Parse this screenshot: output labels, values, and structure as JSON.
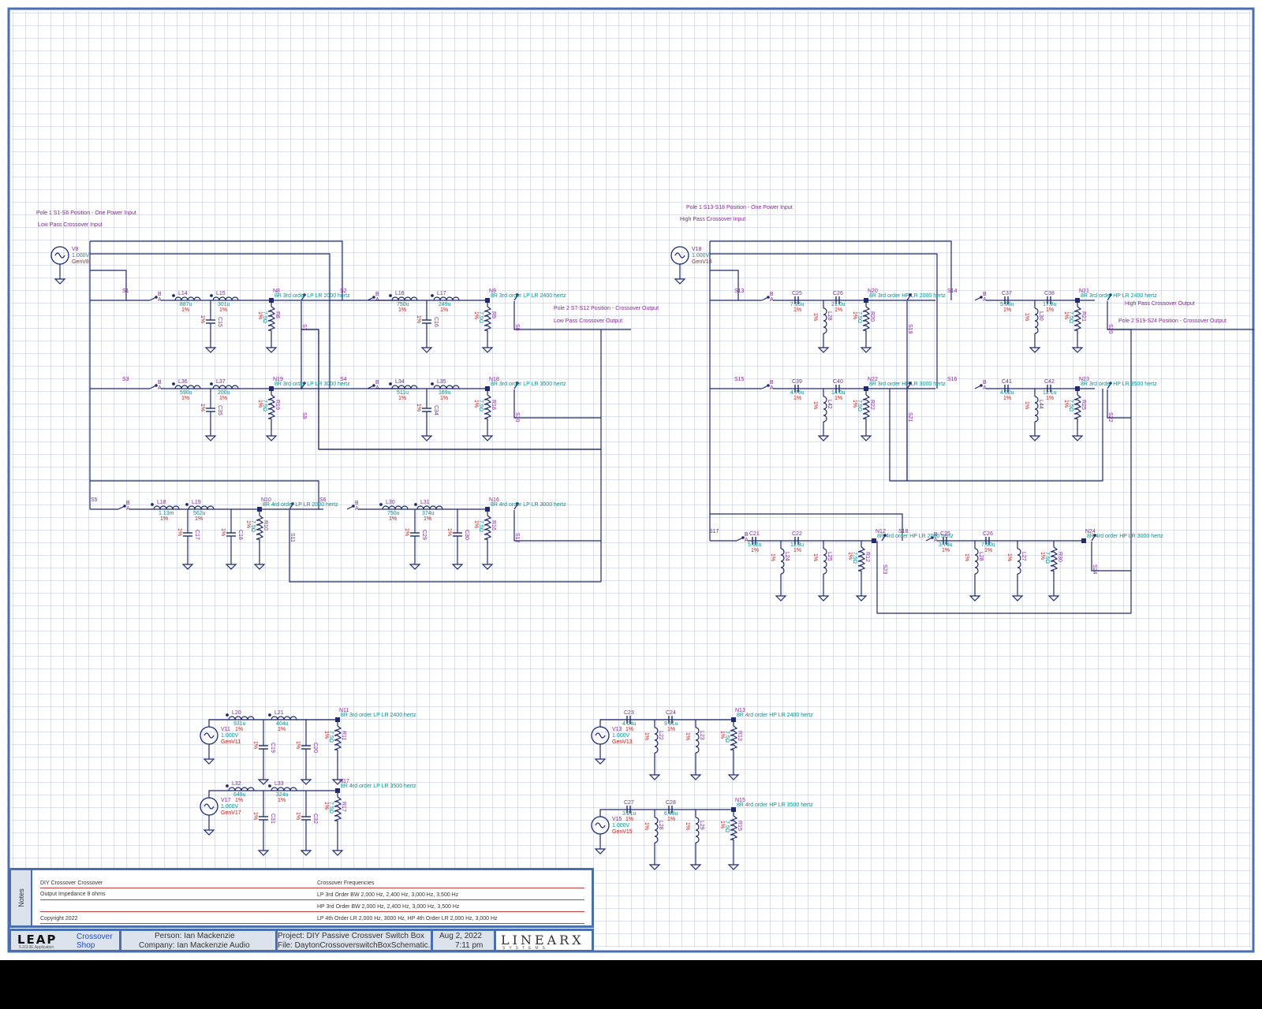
{
  "labels": {
    "pole1_lp": "Pole 1 S1-S6 Position - One Power Input",
    "lp_input": "Low Pass Crossover Input",
    "pole1_hp": "Pole 1 S13-S18 Position - One Power Input",
    "hp_input": "High Pass Crossover Input",
    "pole2_lp": "Pole 2  S7-S12 Position - Crossover Output",
    "lp_output": "Low Pass Crossover Output",
    "hp_output": "High Pass Crossover Output",
    "pole2_hp": "Pole 2  S19-S24 Position - Crossover Output"
  },
  "sources": [
    {
      "name": "V8",
      "volt": "1.000V",
      "gen": "GenV8"
    },
    {
      "name": "V18",
      "volt": "1.000V",
      "gen": "GenV18"
    },
    {
      "name": "V11",
      "volt": "1.000V",
      "gen": "GenV11"
    },
    {
      "name": "V17",
      "volt": "1.000V",
      "gen": "GenV17"
    },
    {
      "name": "V13",
      "volt": "1.000V",
      "gen": "GenV13"
    },
    {
      "name": "V15",
      "volt": "1.000V",
      "gen": "GenV15"
    }
  ],
  "lp_rows": [
    {
      "sa": "S1",
      "sb": "S2",
      "sw_out_a": "S7",
      "sw_in_b": "S8",
      "l1": "L14",
      "l1v": "887u",
      "l2": "L15",
      "l2v": "301u",
      "c1": "C15",
      "node": "N8",
      "title": "8R 3rd order LP LR 2000 hertz",
      "l3": "L16",
      "l3v": "750u",
      "l4": "L17",
      "l4v": "249u",
      "c2": "C16",
      "node2": "N9",
      "title2": "8R 3rd order LP LR 2400 hertz",
      "r1": "R8",
      "r2": "R9"
    },
    {
      "sa": "S3",
      "sb": "S4",
      "sw_out_a": "S9",
      "sw_in_b": "S10",
      "l1": "L36",
      "l1v": "590u",
      "l2": "L37",
      "l2v": "200u",
      "c1": "C35",
      "node": "N19",
      "title": "8R 3rd order LP LR 3000 hertz",
      "l3": "L34",
      "l3v": "511u",
      "l4": "L35",
      "l4v": "169u",
      "c2": "C34",
      "node2": "N18",
      "title2": "8R 3rd order LP LR 3500 hertz",
      "r1": "R19",
      "r2": "R18"
    }
  ],
  "lp4": {
    "sa": "S5",
    "sb": "S6",
    "s_out": "S11",
    "s_out2": "S12",
    "l1": "L18",
    "l1v": "1.13m",
    "l2": "L19",
    "l2v": "562u",
    "node": "N10",
    "title": "8R 4rd order LP LR 2000 hertz",
    "l3": "L30",
    "l3v": "750u",
    "l4": "L31",
    "l4v": "374u",
    "node2": "N16",
    "title2": "8R 4rd order LP LR 3000 hertz",
    "c1": "C17",
    "c2": "C18",
    "c3": "C29",
    "c4": "C30",
    "r1": "R10",
    "r2": "R16"
  },
  "hp_rows": [
    {
      "sa": "S13",
      "sb": "S14",
      "s_out_a": "S19",
      "s_out_b": "S20",
      "c1": "C25",
      "c1v": "7.15u",
      "c2": "C26",
      "c2v": "21.0u",
      "node": "N20",
      "title": "8R 3rd order HP LR 2000 hertz",
      "c3": "C37",
      "c3v": "5.96u",
      "c4": "C38",
      "c4v": "17.8u",
      "node2": "N21",
      "title2": "8R 3rd order HP LR 2400 hertz"
    },
    {
      "sa": "S15",
      "sb": "S16",
      "s_out_a": "S21",
      "s_out_b": "S22",
      "c1": "C39",
      "c1v": "4.75u",
      "c2": "C40",
      "c2v": "14.0u",
      "node": "N22",
      "title": "8R 3rd order HP LR 3000 hertz",
      "c3": "C41",
      "c3v": "4.02u",
      "c4": "C42",
      "c4v": "12.1u",
      "node2": "N23",
      "title2": "8R 3rd order HP LR 3500 hertz"
    }
  ],
  "hp4": {
    "sa": "S17",
    "sb": "S18",
    "s_out": "S23",
    "s_out2": "S24",
    "c1": "C21",
    "c1v": "5.62u",
    "c2": "C22",
    "c2v": "11.3u",
    "node": "N12",
    "title": "8R 4rd order HP LR 2000 hertz",
    "c3": "C35",
    "c3v": "3.74u",
    "c4": "C26",
    "c4v": "7.50u",
    "node2": "N24",
    "title2": "8R 4rd order HP LR 3000 hertz"
  },
  "ref_lp": [
    {
      "l1": "L20",
      "l1v": "931u",
      "l2": "L21",
      "l2v": "404u",
      "node": "N11",
      "title": "8R 3rd order LP LR 2400 hertz"
    },
    {
      "l1": "L32",
      "l1v": "649u",
      "l2": "L33",
      "l2v": "324u",
      "node": "N17",
      "title": "8R 4rd order LP LR 3500 hertz"
    }
  ],
  "ref_hp": [
    {
      "c1": "C23",
      "c1v": "4.04u",
      "c2": "C24",
      "c2v": "9.31u",
      "node": "N13",
      "title": "8R 4rd order HP LR 2400 hertz"
    },
    {
      "c1": "C27",
      "c1v": "3.21u",
      "c2": "C28",
      "c2v": "6.49u",
      "node": "N15",
      "title": "8R 4rd order HP LR 3500 hertz"
    }
  ],
  "pct": "1%",
  "notes": {
    "tab": "Notes",
    "l1": "DIY Crossover Crossover",
    "l2": "Output Impedance 8 ohms",
    "l3": "Copyright 2022",
    "r1": "Crossover Frequencies",
    "r2": "LP 3rd Order BW 2,000 Hz, 2,400 Hz, 3,000 Hz, 3,500 Hz",
    "r3": "HP 3rd Order BW 2,000 Hz, 2,400 Hz, 3,000 Hz, 3,500 Hz",
    "r4": "LP 4th Order LR 2,000 Hz, 3000 Hz, HP 4th Order LR 2,000 Hz, 3,000 Hz"
  },
  "titleblock": {
    "logo": "LEAP",
    "logo_sub": "5.2/3.0E Application",
    "shop1": "Crossover",
    "shop2": "Shop",
    "person": "Person: Ian Mackenzie",
    "company": "Company: Ian Mackenzie Audio",
    "project": "Project: DIY Passive Crossver Switch Box",
    "file": "File: DaytonCrossoverswitchBoxSchematic.cdue",
    "date": "Aug  2, 2022",
    "time": "7:11 pm",
    "brand": "LINEARX",
    "brand_sub": "SYSTEMS"
  },
  "colors": {
    "wire": "#1e2a6e",
    "grid": "#a9b3c2",
    "frame": "#4a6fb0",
    "teal": "#118b8b",
    "purple": "#7a2a8a",
    "red": "#b02020"
  }
}
